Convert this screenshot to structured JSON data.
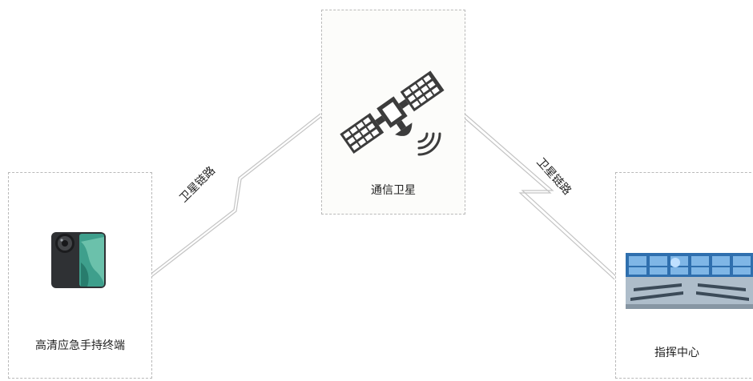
{
  "nodes": {
    "satellite": {
      "label": "通信卫星",
      "icon": "satellite-icon"
    },
    "terminal": {
      "label": "高清应急手持终端",
      "icon": "smartphone-icon"
    },
    "command": {
      "label": "指挥中心",
      "icon": "control-room-icon"
    }
  },
  "links": {
    "left": {
      "label": "卫星链路"
    },
    "right": {
      "label": "卫星链路"
    }
  },
  "colors": {
    "border": "#b9b9b9",
    "link": "#c4c4c4",
    "icon": "#3c3c3c"
  }
}
